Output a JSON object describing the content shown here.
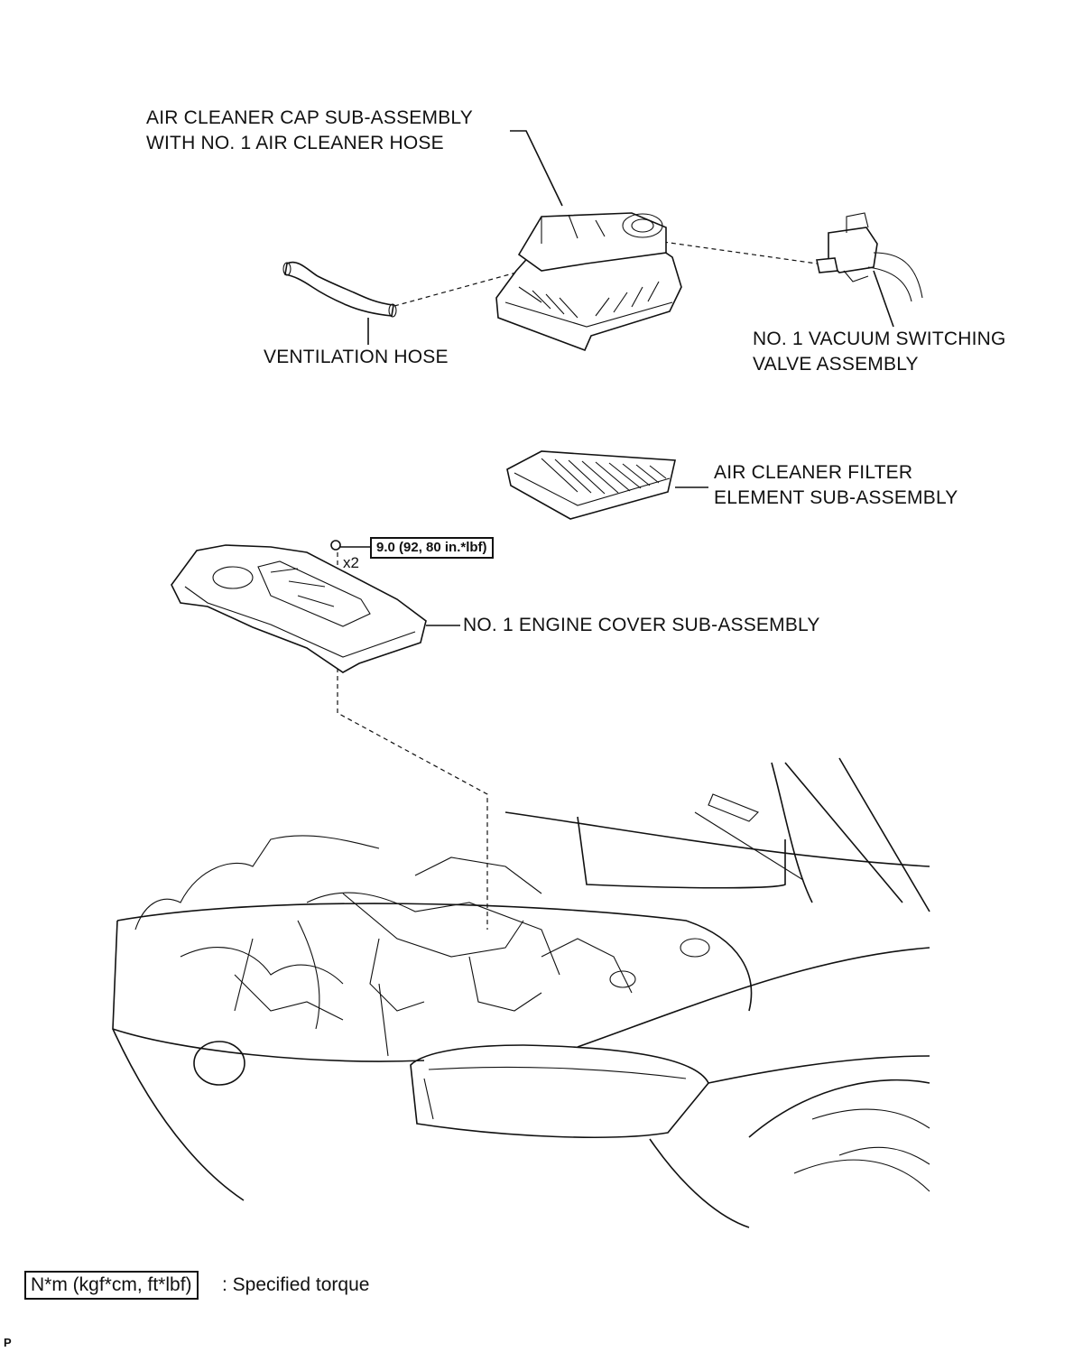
{
  "labels": {
    "air_cleaner_cap_line1": "AIR CLEANER CAP SUB-ASSEMBLY",
    "air_cleaner_cap_line2": "WITH NO. 1 AIR CLEANER HOSE",
    "ventilation_hose": "VENTILATION HOSE",
    "vsv_line1": "NO. 1 VACUUM SWITCHING",
    "vsv_line2": "VALVE ASSEMBLY",
    "filter_line1": "AIR CLEANER FILTER",
    "filter_line2": "ELEMENT SUB-ASSEMBLY",
    "engine_cover": "NO. 1 ENGINE COVER SUB-ASSEMBLY"
  },
  "torque": {
    "value": "9.0 (92, 80 in.*lbf)",
    "quantity": "x2"
  },
  "legend": {
    "box": "N*m (kgf*cm, ft*lbf)",
    "text": ": Specified torque"
  },
  "corner_mark": "P"
}
